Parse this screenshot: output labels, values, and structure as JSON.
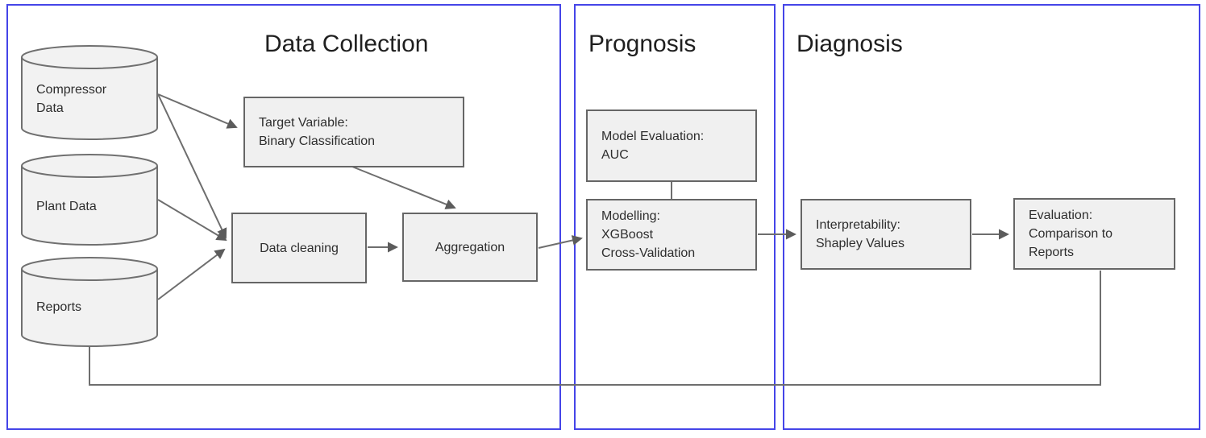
{
  "colors": {
    "section_border": "#4545e8",
    "node_fill": "#f0f0f0",
    "node_border": "#666666",
    "connector": "#6e6e6e",
    "arrowhead": "#5c5c5c",
    "title_text": "#1f1f1f",
    "node_text": "#2e2e2e"
  },
  "sections": {
    "data_collection": {
      "title": "Data Collection"
    },
    "prognosis": {
      "title": "Prognosis"
    },
    "diagnosis": {
      "title": "Diagnosis"
    }
  },
  "nodes": {
    "compressor": {
      "label": "Compressor\nData",
      "shape": "cylinder"
    },
    "plant": {
      "label": "Plant Data",
      "shape": "cylinder"
    },
    "reports": {
      "label": "Reports",
      "shape": "cylinder"
    },
    "target": {
      "label": "Target Variable:\nBinary Classification",
      "shape": "rect"
    },
    "cleaning": {
      "label": "Data cleaning",
      "shape": "rect"
    },
    "aggregation": {
      "label": "Aggregation",
      "shape": "rect"
    },
    "model_eval": {
      "label": "Model Evaluation:\nAUC",
      "shape": "rect"
    },
    "modelling": {
      "label": "Modelling:\nXGBoost\nCross-Validation",
      "shape": "rect"
    },
    "interpretability": {
      "label": "Interpretability:\nShapley Values",
      "shape": "rect"
    },
    "evaluation": {
      "label": "Evaluation:\nComparison to\nReports",
      "shape": "rect"
    }
  }
}
